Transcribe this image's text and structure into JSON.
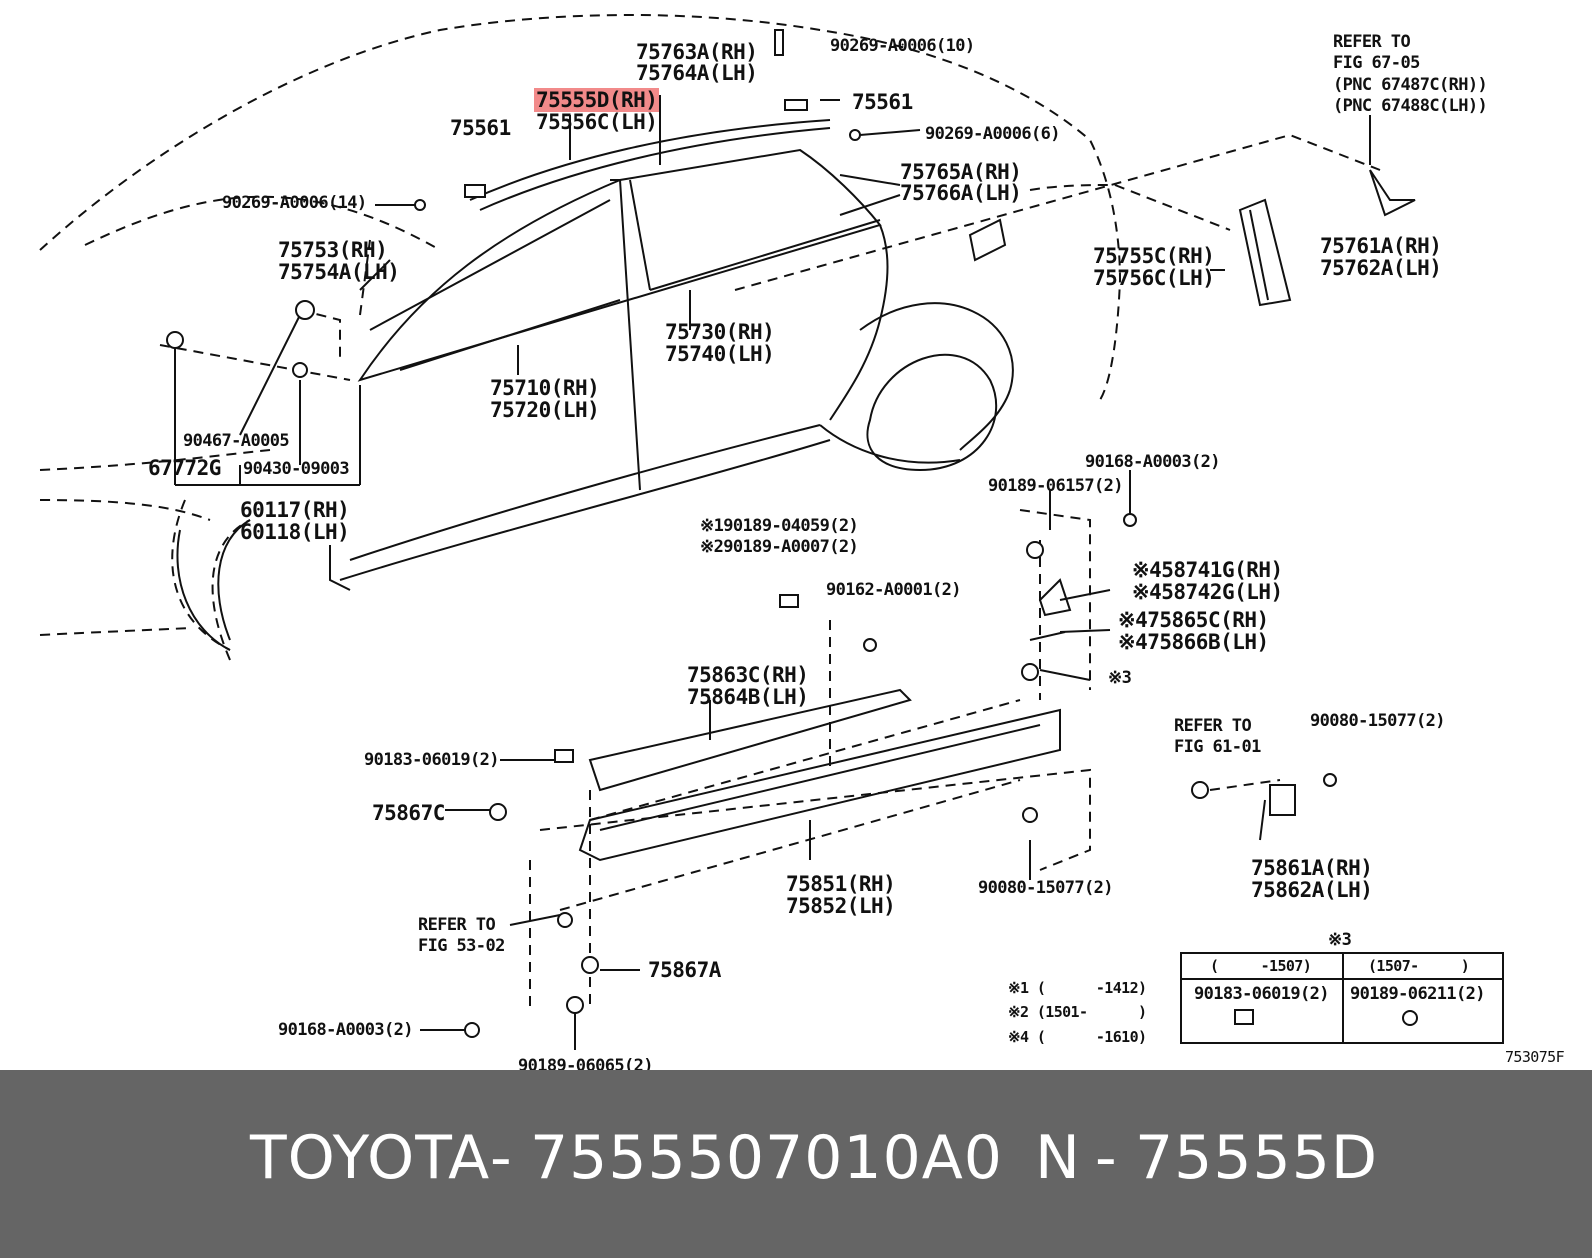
{
  "labels": {
    "p1a": "75763A(RH)",
    "p1b": "75764A(LH)",
    "p2": "90269-A0006(10)",
    "p3a": "75555D(RH)",
    "p3b": "75556C(LH)",
    "p4": "75561",
    "p5": "75561",
    "p6": "90269-A0006(6)",
    "p7": "90269-A0006(14)",
    "p8a": "75765A(RH)",
    "p8b": "75766A(LH)",
    "p9a": "75753(RH)",
    "p9b": "75754A(LH)",
    "p10a": "75755C(RH)",
    "p10b": "75756C(LH)",
    "p11a": "75761A(RH)",
    "p11b": "75762A(LH)",
    "p12a": "REFER TO",
    "p12b": "FIG 67-05",
    "p12c": "(PNC 67487C(RH))",
    "p12d": "(PNC 67488C(LH))",
    "p13a": "75730(RH)",
    "p13b": "75740(LH)",
    "p14a": "75710(RH)",
    "p14b": "75720(LH)",
    "p15": "90467-A0005",
    "p16": "67772G",
    "p17": "90430-09003",
    "p18a": "60117(RH)",
    "p18b": "60118(LH)",
    "p19": "90168-A0003(2)",
    "p20": "90189-06157(2)",
    "p21a": "※190189-04059(2)",
    "p21b": "※290189-A0007(2)",
    "p22": "90162-A0001(2)",
    "p23a": "※458741G(RH)",
    "p23b": "※458742G(LH)",
    "p24a": "※475865C(RH)",
    "p24b": "※475866B(LH)",
    "p25": "※3",
    "p26a": "75863C(RH)",
    "p26b": "75864B(LH)",
    "p27": "90183-06019(2)",
    "p28": "75867C",
    "p29a": "REFER TO",
    "p29b": "FIG 61-01",
    "p30": "90080-15077(2)",
    "p31a": "75851(RH)",
    "p31b": "75852(LH)",
    "p32": "90080-15077(2)",
    "p33a": "75861A(RH)",
    "p33b": "75862A(LH)",
    "p34a": "REFER TO",
    "p34b": "FIG 53-02",
    "p35": "75867A",
    "p36": "90168-A0003(2)",
    "p37": "90189-06065(2)",
    "n1": "※1 (      -1412)",
    "n2": "※2 (1501-      )",
    "n4": "※4 (      -1610)",
    "tbl_title": "※3",
    "tbl_h1": "(     -1507)",
    "tbl_h2": "(1507-     )",
    "tbl_c1": "90183-06019(2)",
    "tbl_c2": "90189-06211(2)",
    "code": "753075F"
  },
  "footer": {
    "brand": "TOYOTA",
    "dash1": "-",
    "part_number": "7555507010A0",
    "n": "N",
    "dash2": "-",
    "pnc": "75555D"
  },
  "colors": {
    "highlight": "#f28a8a",
    "footer_bg": "#656565",
    "line": "#111111"
  }
}
